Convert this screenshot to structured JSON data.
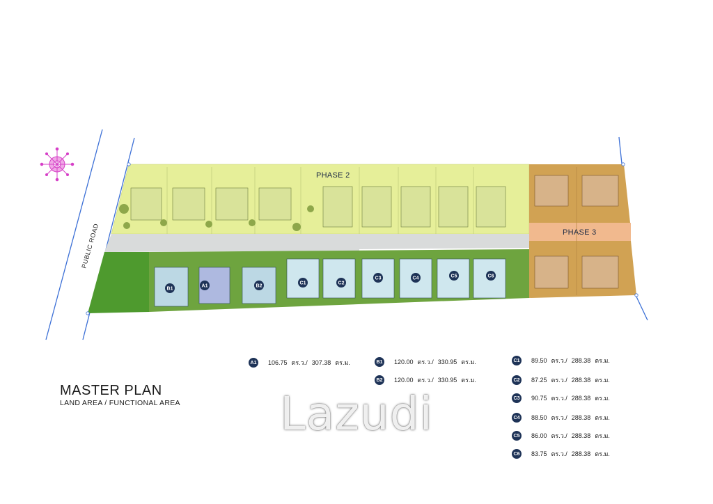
{
  "map": {
    "road_label": "PUBLIC ROAD",
    "phase2_label": "PHASE 2",
    "phase3_label": "PHASE 3",
    "units_front": [
      "B1",
      "A1",
      "B2",
      "C1",
      "C2",
      "C3",
      "C4",
      "C5",
      "C6"
    ]
  },
  "title": {
    "main": "MASTER PLAN",
    "sub": "LAND AREA / FUNCTIONAL AREA"
  },
  "legend": [
    {
      "unit": "A1",
      "land": "106.75",
      "unit1": "ตร.ว./",
      "func": "307.38",
      "unit2": "ตร.ม."
    },
    {
      "unit": "B1",
      "land": "120.00",
      "unit1": "ตร.ว./",
      "func": "330.95",
      "unit2": "ตร.ม."
    },
    {
      "unit": "B2",
      "land": "120.00",
      "unit1": "ตร.ว./",
      "func": "330.95",
      "unit2": "ตร.ม."
    },
    {
      "unit": "C1",
      "land": "89.50",
      "unit1": "ตร.ว./",
      "func": "288.38",
      "unit2": "ตร.ม."
    },
    {
      "unit": "C2",
      "land": "87.25",
      "unit1": "ตร.ว./",
      "func": "288.38",
      "unit2": "ตร.ม."
    },
    {
      "unit": "C3",
      "land": "90.75",
      "unit1": "ตร.ว./",
      "func": "288.38",
      "unit2": "ตร.ม."
    },
    {
      "unit": "C4",
      "land": "88.50",
      "unit1": "ตร.ว./",
      "func": "288.38",
      "unit2": "ตร.ม."
    },
    {
      "unit": "C5",
      "land": "86.00",
      "unit1": "ตร.ว./",
      "func": "288.38",
      "unit2": "ตร.ม."
    },
    {
      "unit": "C6",
      "land": "83.75",
      "unit1": "ตร.ว./",
      "func": "288.38",
      "unit2": "ตร.ม."
    }
  ],
  "watermark": "Lazudi",
  "colors": {
    "phase2": "#e6ef99",
    "phase3": "#d1a253",
    "road": "#d9dbdb",
    "green_area": "#4e9a2e",
    "badge": "#1e3357",
    "compass": "#d63fc7"
  }
}
